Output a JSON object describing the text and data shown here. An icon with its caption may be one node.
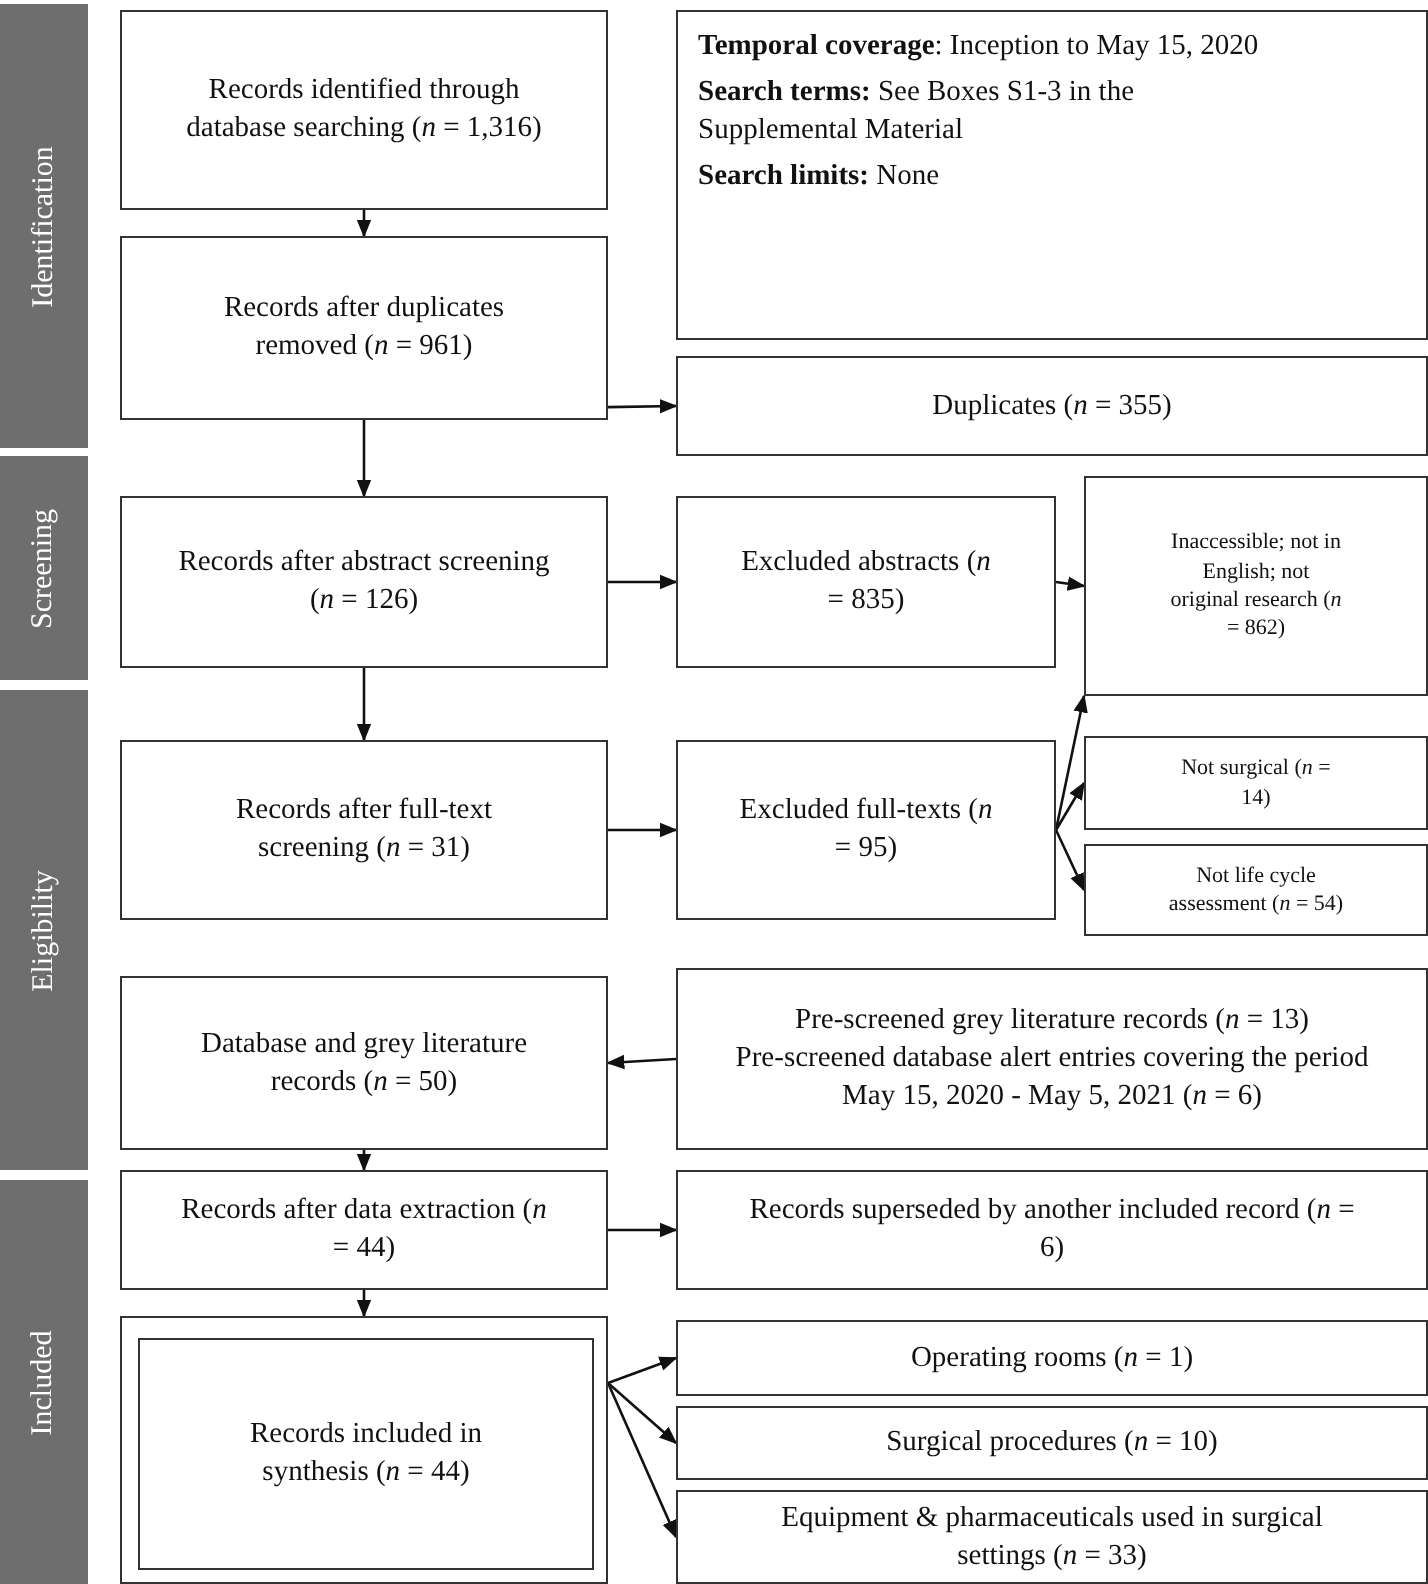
{
  "diagram": {
    "nodes": [
      {
        "text": [
          "Identification"
        ]
      },
      {
        "text": [
          "Screening"
        ]
      },
      {
        "text": [
          "Eligibility"
        ]
      },
      {
        "text": [
          "Included"
        ]
      },
      {
        "text": [
          "Records identified through database searching (*n* = 1,316)"
        ]
      },
      {
        "text": [
          "**Temporal coverage**: Inception to May 15, 2020",
          "**Search terms:** See Boxes S1-3 in the Supplemental Material",
          "**Search limits:** None"
        ]
      },
      {
        "text": [
          "Records after duplicates removed (*n* = 961)"
        ]
      },
      {
        "text": [
          "Duplicates (*n* = 355)"
        ]
      },
      {
        "text": [
          "Records after abstract screening (*n* = 126)"
        ]
      },
      {
        "text": [
          "Excluded abstracts (*n* = 835)"
        ]
      },
      {
        "text": [
          "Inaccessible; not in English; not original research (*n* = 862)"
        ]
      },
      {
        "text": [
          "Records after full-text screening (*n* = 31)"
        ]
      },
      {
        "text": [
          "Excluded full-texts (*n* = 95)"
        ]
      },
      {
        "text": [
          "Not surgical (*n* = 14)"
        ]
      },
      {
        "text": [
          "Not life cycle assessment (*n* = 54)"
        ]
      },
      {
        "text": [
          "Database and grey literature records (*n* = 50)"
        ]
      },
      {
        "text": [
          "Pre-screened grey literature records (*n* = 13)",
          "Pre-screened database alert entries covering the period May 15, 2020 - May 5, 2021  (*n* = 6)"
        ]
      },
      {
        "text": [
          "Records after data extraction (*n* = 44)"
        ]
      },
      {
        "text": [
          "Records superseded by another included record (*n* = 6)"
        ]
      },
      {
        "text": [],
        "shape": "box"
      },
      {
        "text": [
          "Records included in synthesis (*n* = 44)"
        ],
        "in": 19
      },
      {
        "text": [
          "Operating rooms (*n* = 1)"
        ]
      },
      {
        "text": [
          "Surgical procedures (*n* = 10)"
        ]
      },
      {
        "text": [
          "Equipment & pharmaceuticals used in surgical settings (*n* = 33)"
        ]
      }
    ],
    "edges": [
      {
        "from": 4,
        "to": 6,
        "arrow": "to"
      },
      {
        "from": 6,
        "to": 7,
        "arrow": "to"
      },
      {
        "from": 6,
        "to": 8,
        "arrow": "to"
      },
      {
        "from": 8,
        "to": 9,
        "arrow": "to"
      },
      {
        "from": 9,
        "to": 10,
        "arrow": "to"
      },
      {
        "from": 8,
        "to": 11,
        "arrow": "to"
      },
      {
        "from": 11,
        "to": 12,
        "arrow": "to"
      },
      {
        "from": 12,
        "to": 10,
        "arrow": "to"
      },
      {
        "from": 12,
        "to": 13,
        "arrow": "to"
      },
      {
        "from": 12,
        "to": 14,
        "arrow": "to"
      },
      {
        "from": 16,
        "to": 15,
        "arrow": "to"
      },
      {
        "from": 15,
        "to": 17,
        "arrow": "to"
      },
      {
        "from": 17,
        "to": 18,
        "arrow": "to"
      },
      {
        "from": 17,
        "to": 19,
        "arrow": "to"
      },
      {
        "from": 19,
        "to": 21,
        "arrow": "to"
      },
      {
        "from": 19,
        "to": 22,
        "arrow": "to"
      },
      {
        "from": 19,
        "to": 23,
        "arrow": "to"
      }
    ]
  }
}
